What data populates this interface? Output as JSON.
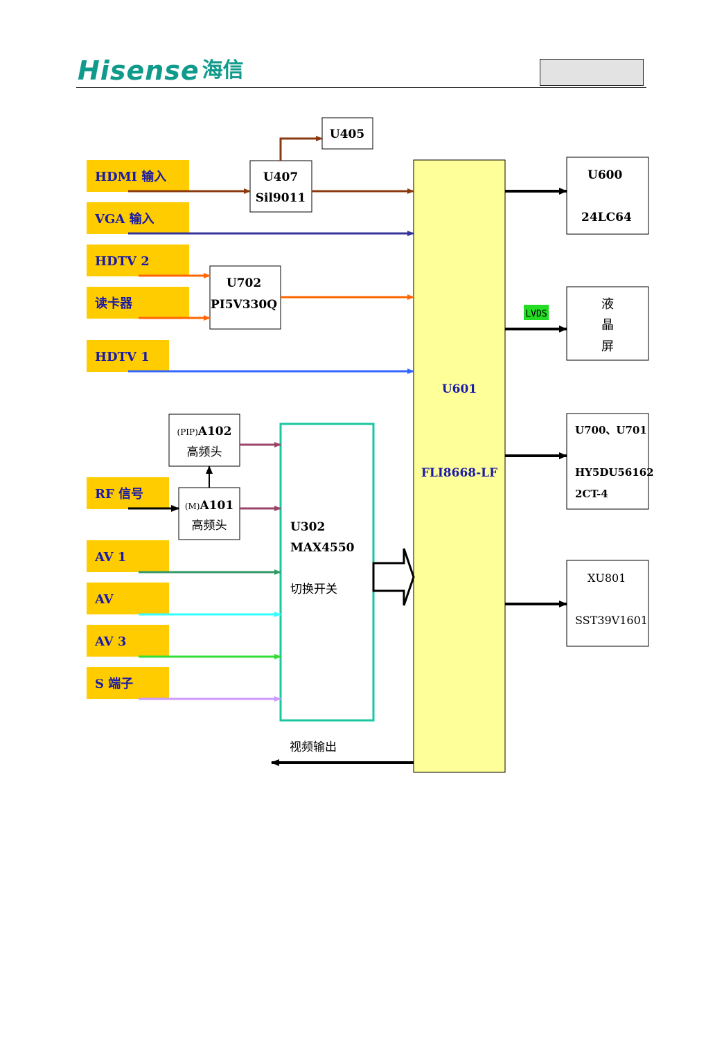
{
  "header": {
    "logo_text": "Hisense",
    "logo_cn": "海信",
    "brand_color": "#0f9a8c"
  },
  "inputs": {
    "hdmi": "HDMI 输入",
    "vga": "VGA 输入",
    "hdtv2": "HDTV 2",
    "card_reader": "读卡器",
    "hdtv1": "HDTV 1",
    "rf": "RF 信号",
    "av1": "AV 1",
    "av": "AV",
    "av3": "AV 3",
    "s_terminal": "S 端子"
  },
  "blocks": {
    "u405": "U405",
    "u407": {
      "line1": "U407",
      "line2": "Sil9011"
    },
    "u702": {
      "line1": "U702",
      "line2": "PI5V330Q"
    },
    "a102": {
      "prefix": "(PIP)",
      "name": "A102",
      "desc": "高频头"
    },
    "a101": {
      "prefix": "(M)",
      "name": "A101",
      "desc": "高频头"
    },
    "u302": {
      "line1": "U302",
      "line2": "MAX4550",
      "line3": "切换开关"
    },
    "u601": {
      "line1": "U601",
      "line2": "FLI8668-LF"
    },
    "u600": {
      "line1": "U600",
      "line2": "24LC64"
    },
    "lcd": {
      "c1": "液",
      "c2": "晶",
      "c3": "屏"
    },
    "u700": {
      "line1": "U700、U701",
      "line2": "HY5DU56162",
      "line3": "2CT-4"
    },
    "xu801": {
      "line1": "XU801",
      "line2": "SST39V1601"
    }
  },
  "labels": {
    "lvds": "LVDS",
    "video_out": "视频输出"
  },
  "colors": {
    "input_label_bg": "#ffcc00",
    "input_label_text": "#1a1aa8",
    "main_chip_bg": "#ffff99",
    "switch_border": "#19c7a0",
    "lvds_bg": "#22dd22",
    "hdmi": "#8b3a10",
    "vga": "#333399",
    "orange": "#ff6600",
    "hdtv1": "#3366ff",
    "tuner": "#994466",
    "av1": "#339966",
    "av": "#33ffff",
    "av3": "#33dd33",
    "s_terminal": "#cc99ff"
  }
}
